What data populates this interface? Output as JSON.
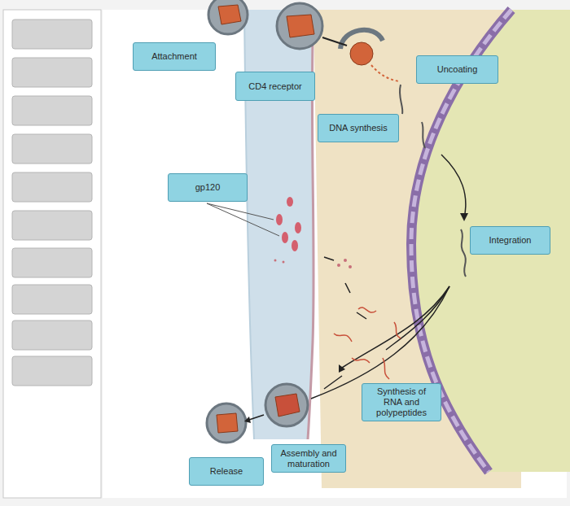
{
  "diagram": {
    "nodes": [
      {
        "text": [
          "Attachment"
        ]
      },
      {
        "text": [
          "CD4 receptor"
        ]
      },
      {
        "text": [
          "Uncoating"
        ]
      },
      {
        "text": [
          "DNA synthesis"
        ]
      },
      {
        "text": [
          "gp120"
        ]
      },
      {
        "text": [
          "Integration"
        ]
      },
      {
        "text": [
          "Synthesis of RNA and polypeptides"
        ]
      },
      {
        "text": [
          "Assembly and maturation"
        ]
      },
      {
        "text": [
          "Release"
        ]
      }
    ]
  }
}
